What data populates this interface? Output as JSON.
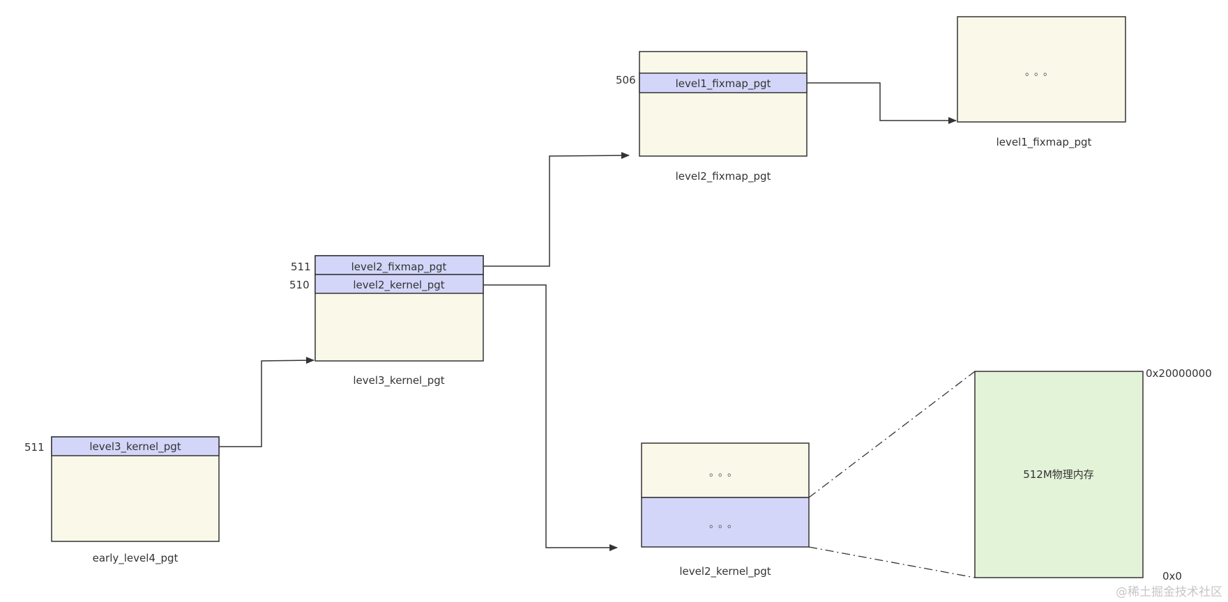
{
  "tables": {
    "early_level4": {
      "label": "early_level4_pgt",
      "entry_index": "511",
      "entry_label": "level3_kernel_pgt"
    },
    "level3_kernel": {
      "label": "level3_kernel_pgt",
      "entries": [
        {
          "index": "511",
          "label": "level2_fixmap_pgt"
        },
        {
          "index": "510",
          "label": "level2_kernel_pgt"
        }
      ]
    },
    "level2_fixmap": {
      "label": "level2_fixmap_pgt",
      "entry_index": "506",
      "entry_label": "level1_fixmap_pgt"
    },
    "level1_fixmap": {
      "label": "level1_fixmap_pgt",
      "dots": "。。。"
    },
    "level2_kernel": {
      "label": "level2_kernel_pgt",
      "dots_top": "。。。",
      "dots_bottom": "。。。"
    }
  },
  "memory": {
    "label": "512M物理内存",
    "top_address": "0x20000000",
    "bottom_address": "0x0"
  },
  "watermark": "@稀土掘金技术社区",
  "colors": {
    "table_fill": "#f9f8e9",
    "entry_fill": "#d3d6f8",
    "memory_fill": "#e3f3d8",
    "stroke": "#333333"
  }
}
